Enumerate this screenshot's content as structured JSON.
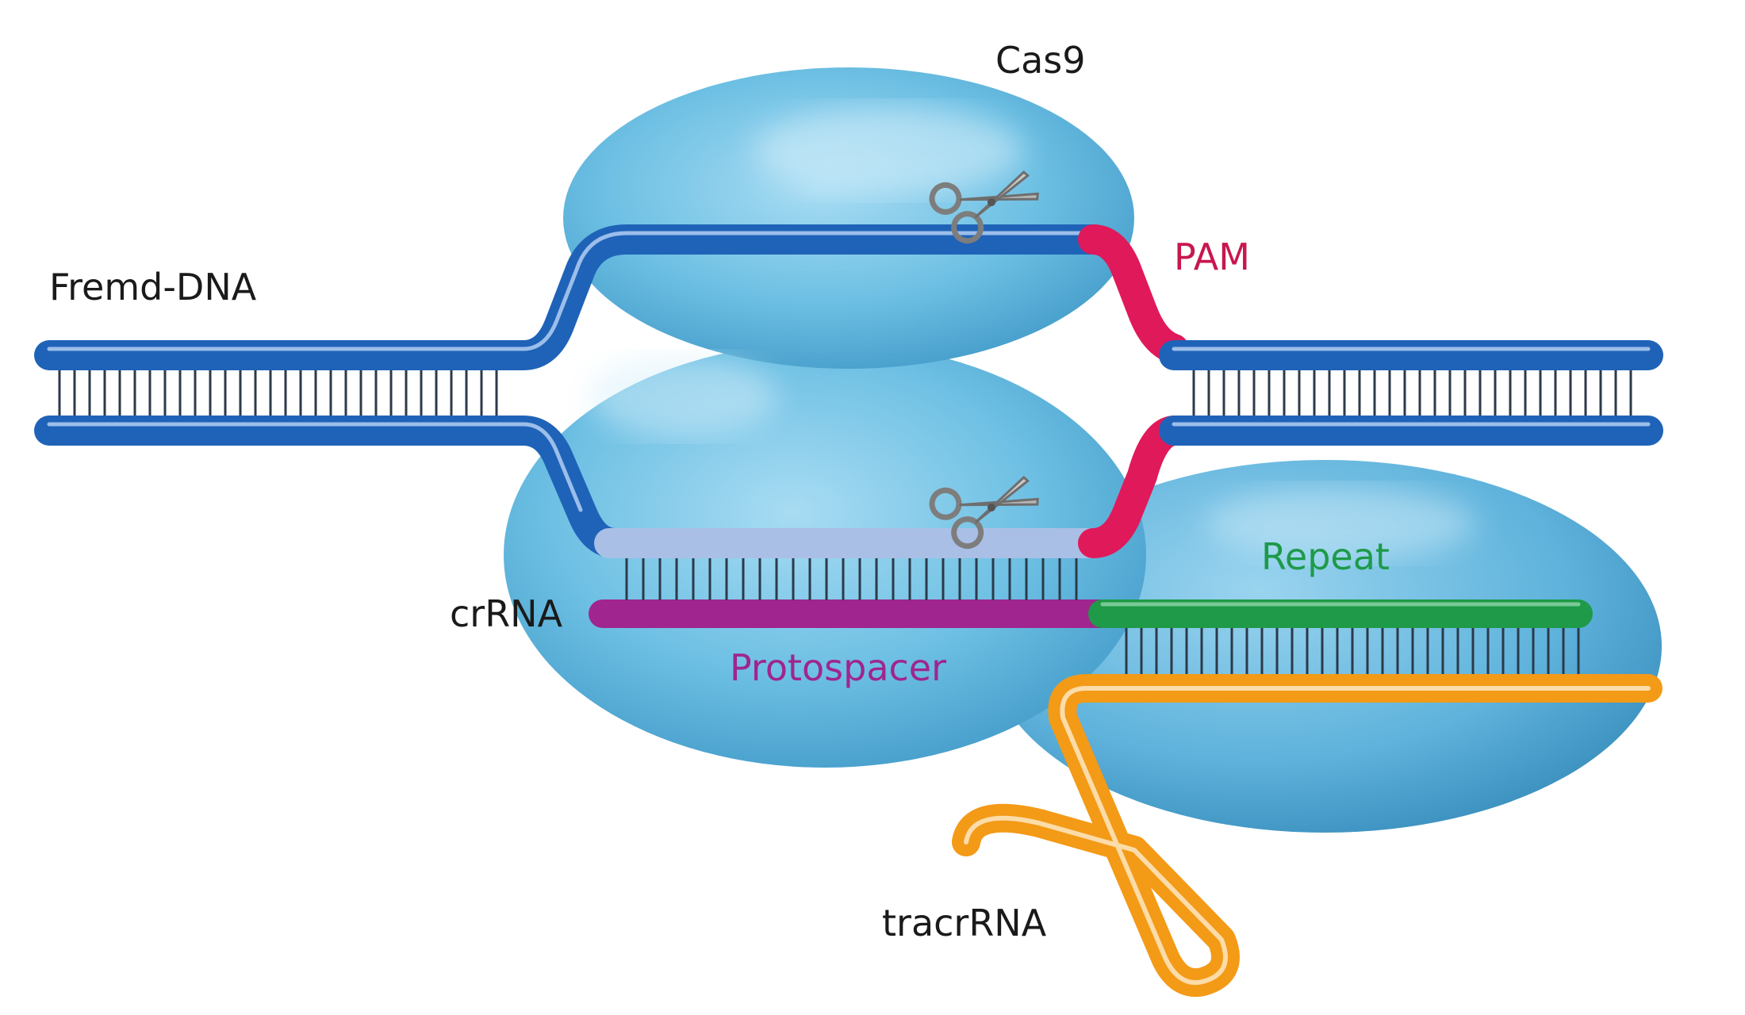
{
  "labels": {
    "cas9": "Cas9",
    "foreign_dna": "Fremd-DNA",
    "pam": "PAM",
    "crrna": "crRNA",
    "protospacer": "Protospacer",
    "repeat": "Repeat",
    "tracrrna": "tracrRNA"
  },
  "colors": {
    "protein": "#6fc3e6",
    "dna": "#1f63b8",
    "pam": "#e0195a",
    "protospacer": "#a0258e",
    "repeat": "#1e9a48",
    "tracrrna": "#f39a17",
    "target_strand_light": "#a9bfe6",
    "label_black": "#1a1a1a"
  },
  "icons": [
    "scissors-icon-top",
    "scissors-icon-bottom"
  ]
}
